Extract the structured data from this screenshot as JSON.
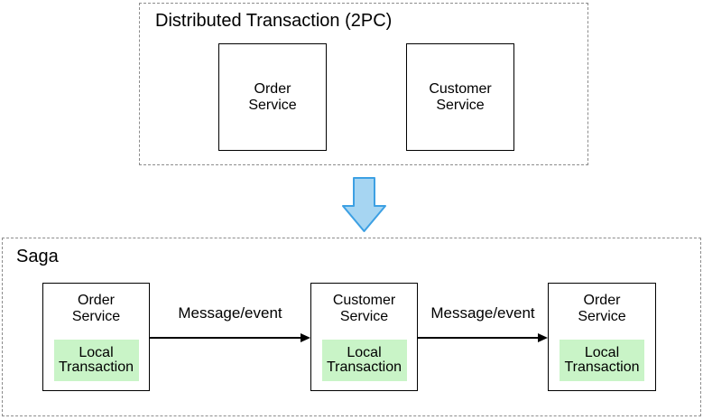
{
  "colors": {
    "canvas-bg": "#ffffff",
    "dashed-border": "#8c8c8c",
    "solid-border": "#000000",
    "green-fill": "#c9f4c7",
    "arrow-fill": "#a6d5f2",
    "arrow-stroke": "#3da0e3",
    "text": "#000000"
  },
  "icons": {
    "transition": "down-arrow"
  },
  "top_section": {
    "title": "Distributed Transaction (2PC)",
    "services": [
      {
        "name": "Order\nService"
      },
      {
        "name": "Customer\nService"
      }
    ]
  },
  "saga_section": {
    "title": "Saga",
    "services": [
      {
        "name": "Order\nService",
        "local_transaction": "Local\nTransaction"
      },
      {
        "name": "Customer\nService",
        "local_transaction": "Local\nTransaction"
      },
      {
        "name": "Order\nService",
        "local_transaction": "Local\nTransaction"
      }
    ],
    "messages": [
      {
        "label": "Message/event"
      },
      {
        "label": "Message/event"
      }
    ]
  }
}
